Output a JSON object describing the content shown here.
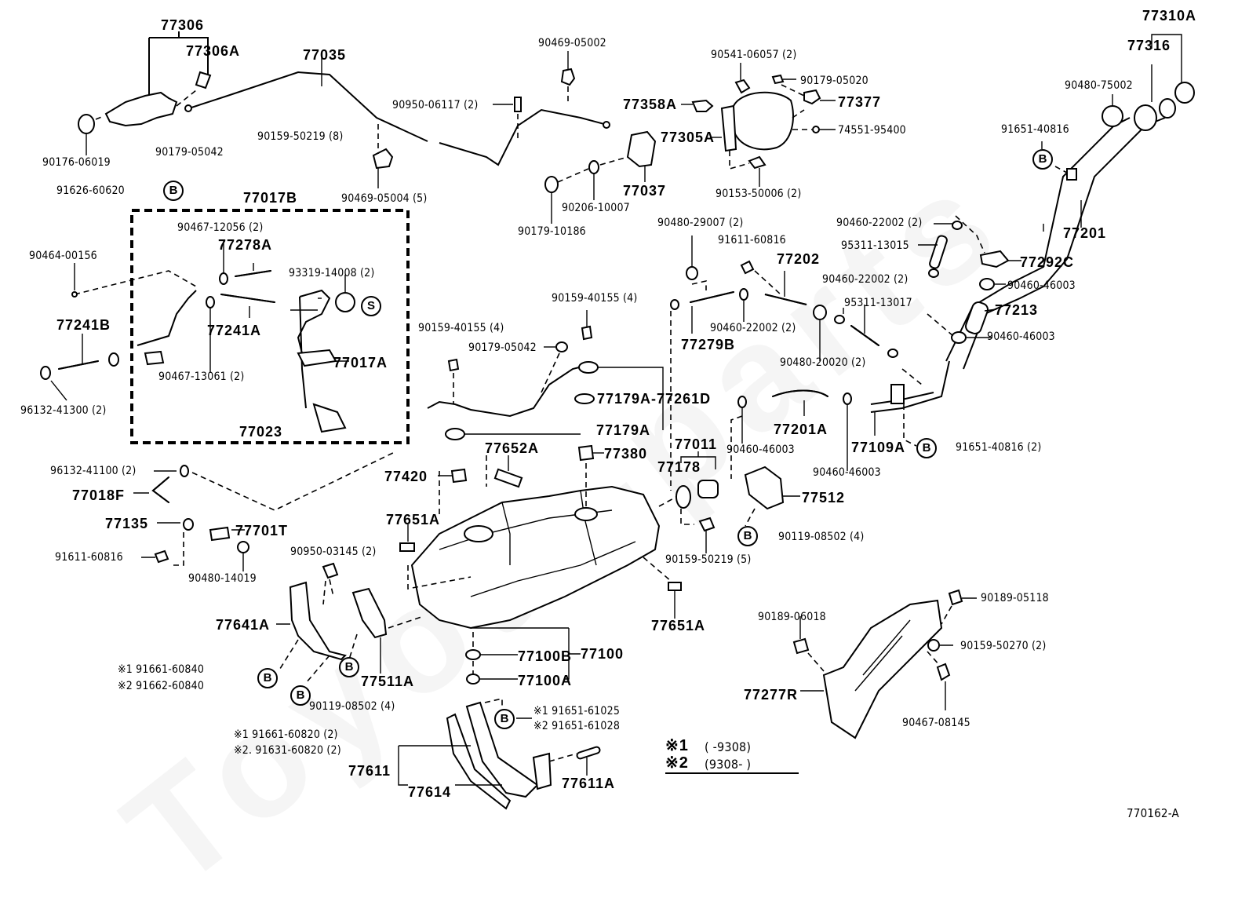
{
  "diagram": {
    "title_code": "770162-A",
    "watermark": "Toyota-parts",
    "badge_b": "B",
    "badge_s": "S",
    "legend": {
      "row1_mark": "※1",
      "row1_range": "(       -9308)",
      "row2_mark": "※2",
      "row2_range": "(9308-       )"
    },
    "labels": {
      "p77306": "77306",
      "p77306A": "77306A",
      "p77035": "77035",
      "p90176_06019": "90176-06019",
      "p90179_05042a": "90179-05042",
      "p90159_50219_8": "90159-50219 (8)",
      "p91626_60620": "91626-60620",
      "p77017B": "77017B",
      "p90469_05004": "90469-05004 (5)",
      "p90469_05002": "90469-05002",
      "p90950_06117": "90950-06117 (2)",
      "p90206_10007": "90206-10007",
      "p90179_10186": "90179-10186",
      "p77037": "77037",
      "p77358A": "77358A",
      "p90541_06057": "90541-06057 (2)",
      "p90179_05020": "90179-05020",
      "p77377": "77377",
      "p77305A": "77305A",
      "p74551_95400": "74551-95400",
      "p90153_50006": "90153-50006 (2)",
      "p77310A": "77310A",
      "p77316": "77316",
      "p90480_75002": "90480-75002",
      "p91651_40816a": "91651-40816",
      "p77201": "77201",
      "p90460_22002a": "90460-22002 (2)",
      "p95311_13015": "95311-13015",
      "p77292C": "77292C",
      "p90460_46003a": "90460-46003",
      "p77213": "77213",
      "p90460_46003b": "90460-46003",
      "p90467_12056": "90467-12056 (2)",
      "p77278A": "77278A",
      "p90464_00156": "90464-00156",
      "p93319_14008": "93319-14008 (2)",
      "p77241B": "77241B",
      "p77241A": "77241A",
      "p77017A": "77017A",
      "p90467_13061": "90467-13061 (2)",
      "p96132_41300": "96132-41300 (2)",
      "p77023": "77023",
      "p90480_29007": "90480-29007 (2)",
      "p91611_60816a": "91611-60816",
      "p77202": "77202",
      "p90460_22002b": "90460-22002 (2)",
      "p95311_13017": "95311-13017",
      "p90460_22002c": "90460-22002 (2)",
      "p77279B": "77279B",
      "p90480_20020": "90480-20020 (2)",
      "p90159_40155a": "90159-40155 (4)",
      "p90159_40155b": "90159-40155 (4)",
      "p90179_05042b": "90179-05042",
      "p77179A_77261D": "77179A-77261D",
      "p77179A": "77179A",
      "p77201A": "77201A",
      "p90460_46003c": "90460-46003",
      "p77109A": "77109A",
      "p91651_40816b": "91651-40816 (2)",
      "p90460_46003d": "90460-46003",
      "p96132_41100": "96132-41100 (2)",
      "p77018F": "77018F",
      "p77135": "77135",
      "p77701T": "77701T",
      "p91611_60816b": "91611-60816",
      "p90480_14019": "90480-14019",
      "p77652A": "77652A",
      "p77380": "77380",
      "p77420": "77420",
      "p77011": "77011",
      "p77178": "77178",
      "p77512": "77512",
      "p90119_08502a": "90119-08502 (4)",
      "p90159_50219_5": "90159-50219 (5)",
      "p77651Aa": "77651A",
      "p90950_03145": "90950-03145 (2)",
      "p77651Ab": "77651A",
      "p77641A": "77641A",
      "p91661_60840": "※1  91661-60840",
      "p91662_60840": "※2  91662-60840",
      "p77511A": "77511A",
      "p90119_08502b": "90119-08502 (4)",
      "p91661_60820": "※1  91661-60820 (2)",
      "p91631_60820": "※2. 91631-60820 (2)",
      "p77100B": "77100B",
      "p77100A": "77100A",
      "p77100": "77100",
      "p91651_61025": "※1 91651-61025",
      "p91651_61028": "※2 91651-61028",
      "p77611": "77611",
      "p77614": "77614",
      "p77611A": "77611A",
      "p90189_05118": "90189-05118",
      "p90189_06018": "90189-06018",
      "p90159_50270": "90159-50270 (2)",
      "p77277R": "77277R",
      "p90467_08145": "90467-08145"
    }
  }
}
